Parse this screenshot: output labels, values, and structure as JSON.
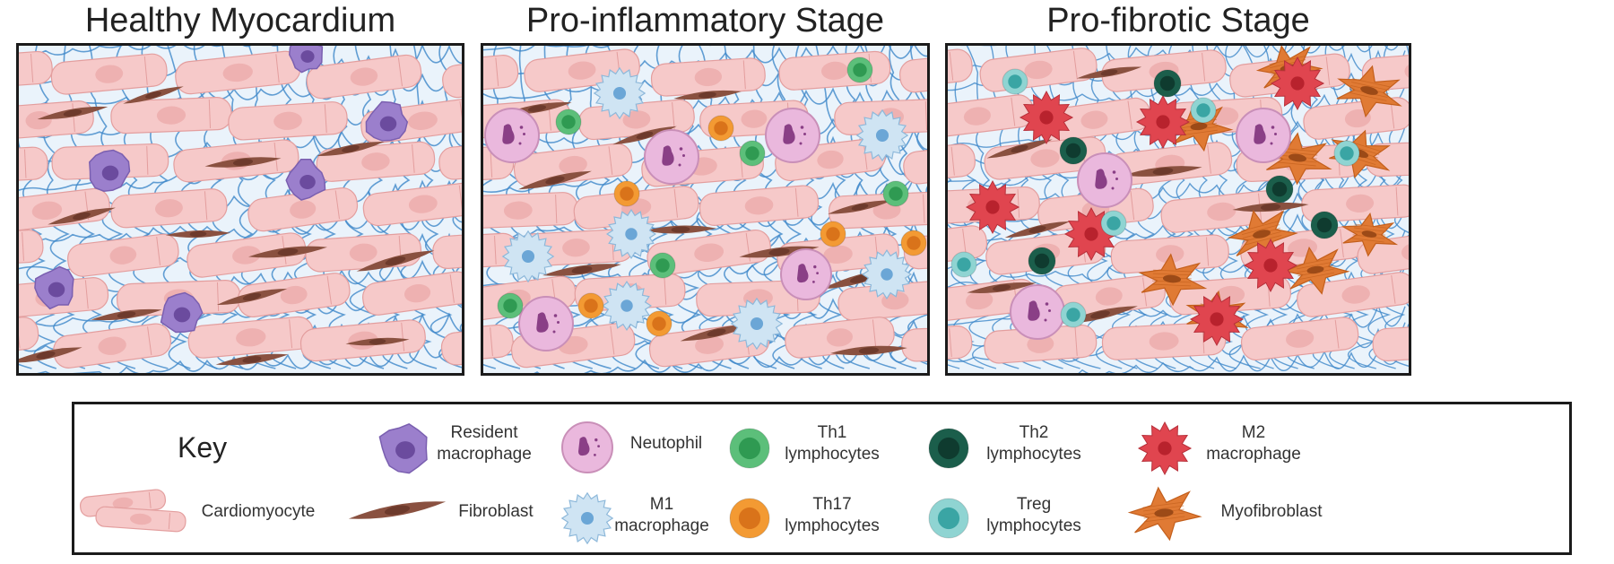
{
  "panels": [
    {
      "title": "Healthy Myocardium"
    },
    {
      "title": "Pro-inflammatory Stage"
    },
    {
      "title": "Pro-fibrotic Stage"
    }
  ],
  "key": {
    "title": "Key",
    "items": {
      "resident_macrophage": [
        "Resident",
        "macrophage"
      ],
      "neutophil": [
        "Neutophil"
      ],
      "th1": [
        "Th1",
        "lymphocytes"
      ],
      "th2": [
        "Th2",
        "lymphocytes"
      ],
      "m2": [
        "M2",
        "macrophage"
      ],
      "cardiomyocyte": [
        "Cardiomyocyte"
      ],
      "fibroblast": [
        "Fibroblast"
      ],
      "m1": [
        "M1",
        "macrophage"
      ],
      "th17": [
        "Th17",
        "lymphocytes"
      ],
      "treg": [
        "Treg",
        "lymphocytes"
      ],
      "myofibroblast": [
        "Myofibroblast"
      ]
    }
  },
  "colors": {
    "cardiomyocyte": "#f6c9c9",
    "cardiomyocyte_edge": "#e39e9e",
    "fibroblast": "#8a5140",
    "resident_macrophage": "#9b7fcc",
    "neutrophil": "#eab8dd",
    "m1": "#cfe4f3",
    "th1": "#5cbf7a",
    "th17": "#f39a33",
    "th2": "#1b5e4b",
    "treg": "#8fd4d2",
    "m2": "#e0454f",
    "myofibroblast": "#e07a34",
    "ecm_mesh": "#3d87c9"
  }
}
